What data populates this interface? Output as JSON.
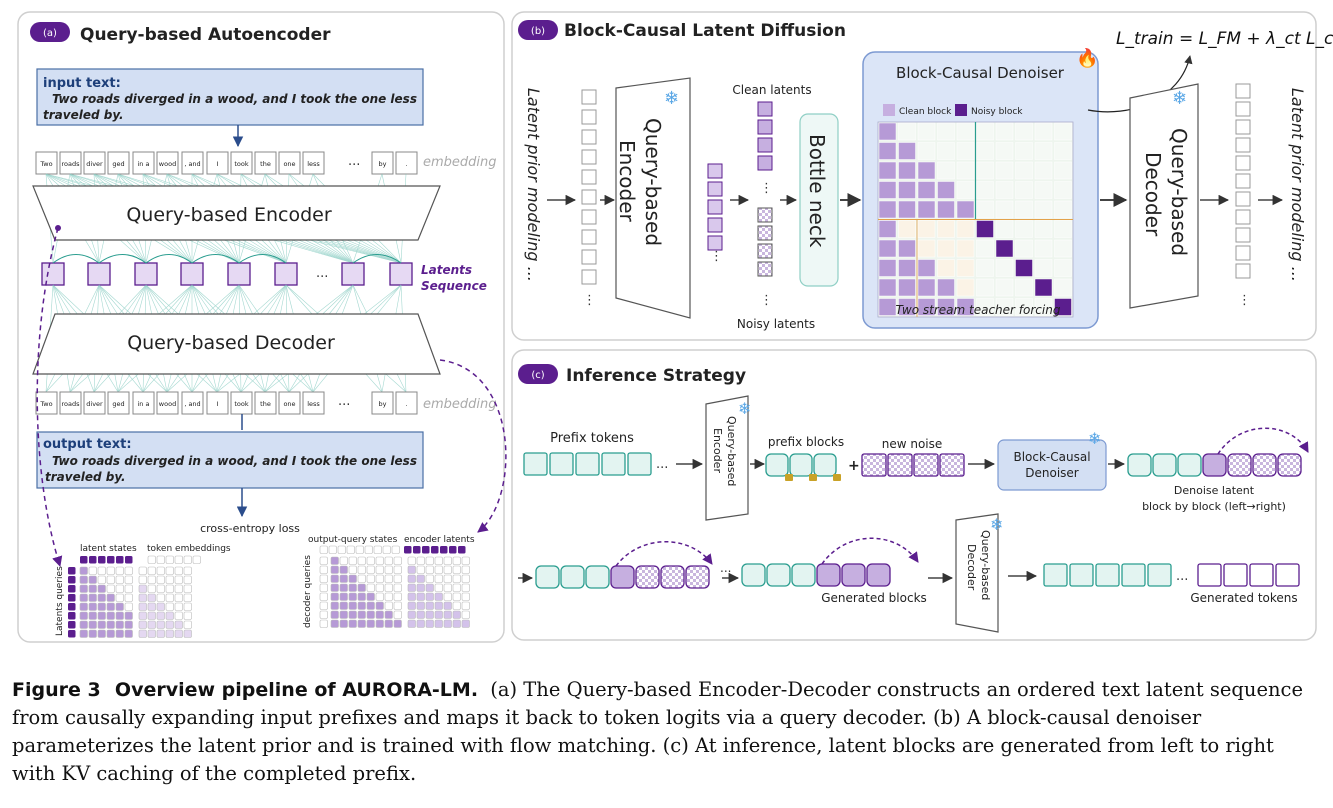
{
  "panel_a": {
    "badge": "(a)",
    "title": "Query-based Autoencoder",
    "input_label": "input text:",
    "input_text_line1": "Two roads diverged in a wood, and I took the one less",
    "input_text_line2": "traveled by.",
    "tokens": [
      "Two",
      "roads",
      "diver",
      "ged",
      "in a",
      "wood",
      ", and",
      "I",
      "took",
      "the",
      "one",
      "less",
      "by",
      "."
    ],
    "ellipsis": "...",
    "embedding_label": "embedding",
    "encoder_label": "Query-based Encoder",
    "latents_label_line1": "Latents",
    "latents_label_line2": "Sequence",
    "decoder_label": "Query-based Decoder",
    "output_label": "output text:",
    "output_text_line1": "Two roads diverged in a wood, and I took the one less",
    "output_text_line2": "traveled by.",
    "loss_label": "cross-entropy loss",
    "mask1_col1": "latent states",
    "mask1_col2": "token embeddings",
    "mask1_rowlabel": "Latents queries",
    "mask2_col1": "output-query states",
    "mask2_col2": "encoder latents",
    "mask2_rowlabel": "decoder queries"
  },
  "panel_b": {
    "badge": "(b)",
    "title": "Block-Causal Latent Diffusion",
    "formula": "L_train = L_FM + λ_ct L_ct",
    "left_side_label": "Latent prior modeling ...",
    "right_side_label": "Latent prior modeling ...",
    "encoder_line1": "Query-based",
    "encoder_line2": "Encoder",
    "clean_latents": "Clean latents",
    "noisy_latents": "Noisy latents",
    "bottleneck": "Bottle neck",
    "denoiser_title": "Block-Causal Denoiser",
    "legend_clean": "Clean block",
    "legend_noisy": "Noisy block",
    "teacher_forcing": "Two stream teacher forcing",
    "decoder_line1": "Query-based",
    "decoder_line2": "Decoder"
  },
  "panel_c": {
    "badge": "(c)",
    "title": "Inference Strategy",
    "prefix_tokens": "Prefix tokens",
    "encoder_line1": "Query-based",
    "encoder_line2": "Encoder",
    "prefix_blocks": "prefix blocks",
    "new_noise": "new noise",
    "denoiser_line1": "Block-Causal",
    "denoiser_line2": "Denoiser",
    "denoise_caption_line1": "Denoise latent",
    "denoise_caption_line2": "block by block (left→right)",
    "generated_blocks": "Generated blocks",
    "decoder_line1": "Query-based",
    "decoder_line2": "Decoder",
    "generated_tokens": "Generated tokens",
    "ellipsis": "..."
  },
  "caption": {
    "label": "Figure 3",
    "title": "Overview pipeline of AURORA-LM.",
    "text": "(a) The Query-based Encoder-Decoder constructs an ordered text latent sequence from causally expanding input prefixes and maps it back to token logits via a query decoder. (b) A block-causal denoiser parameterizes the latent prior and is trained with flow matching. (c) At inference, latent blocks are generated from left to right with KV caching of the completed prefix."
  },
  "colors": {
    "purple_dark": "#5b1e8e",
    "purple_light": "#d9c8ec",
    "teal": "#2a9d8f",
    "teal_light": "#e3f4f1",
    "blue_box": "#d3dff3",
    "denoiser_bg": "#dbe5f7"
  }
}
